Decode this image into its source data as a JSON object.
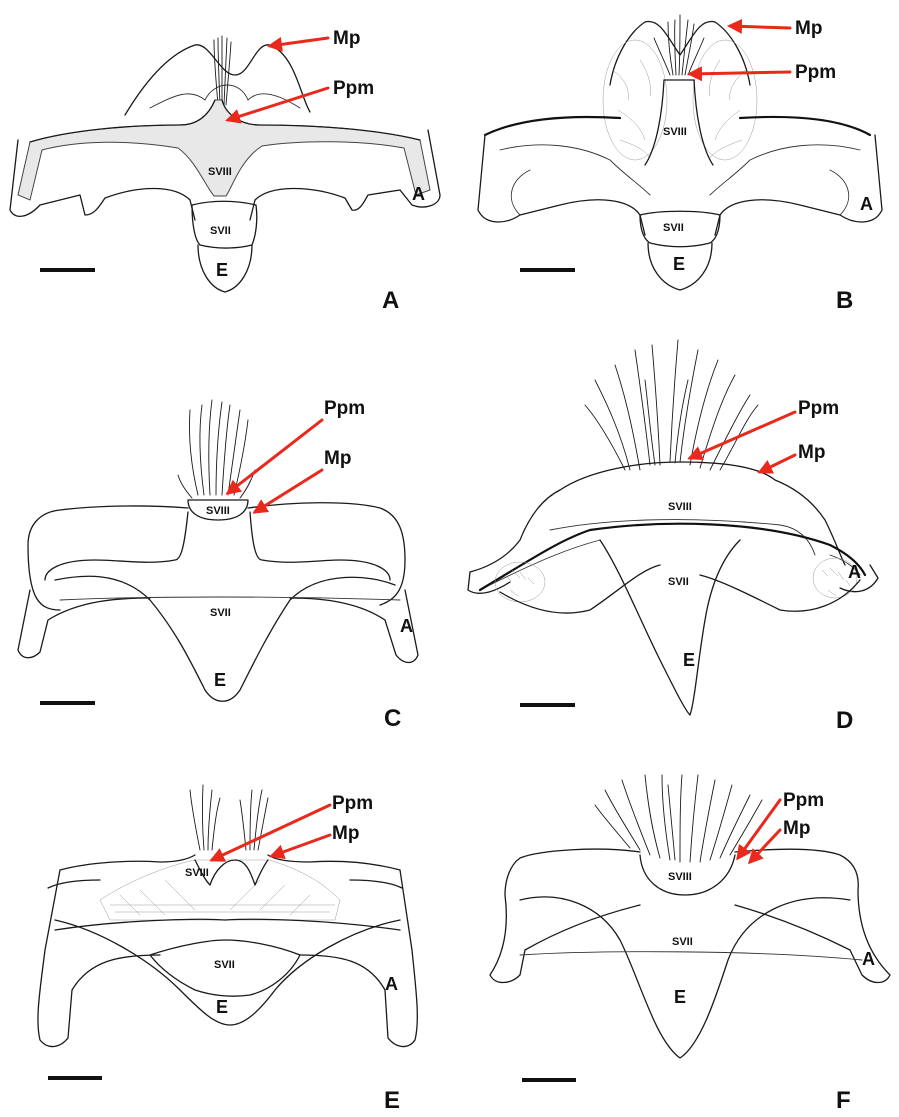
{
  "panels": [
    {
      "id": "A",
      "letter": "A",
      "labels": {
        "mp": "Mp",
        "ppm": "Ppm",
        "s8": "SVIII",
        "s7": "SVII",
        "e": "E",
        "a": "A"
      }
    },
    {
      "id": "B",
      "letter": "B",
      "labels": {
        "mp": "Mp",
        "ppm": "Ppm",
        "s8": "SVIII",
        "s7": "SVII",
        "e": "E",
        "a": "A"
      }
    },
    {
      "id": "C",
      "letter": "C",
      "labels": {
        "mp": "Mp",
        "ppm": "Ppm",
        "s8": "SVIII",
        "s7": "SVII",
        "e": "E",
        "a": "A"
      }
    },
    {
      "id": "D",
      "letter": "D",
      "labels": {
        "mp": "Mp",
        "ppm": "Ppm",
        "s8": "SVIII",
        "s7": "SVII",
        "e": "E",
        "a": "A"
      }
    },
    {
      "id": "E",
      "letter": "E",
      "labels": {
        "mp": "Mp",
        "ppm": "Ppm",
        "s8": "SVIII",
        "s7": "SVII",
        "e": "E",
        "a": "A"
      }
    },
    {
      "id": "F",
      "letter": "F",
      "labels": {
        "mp": "Mp",
        "ppm": "Ppm",
        "s8": "SVIII",
        "s7": "SVII",
        "e": "E",
        "a": "A"
      }
    }
  ],
  "colors": {
    "annotation_arrow": "#e8291c",
    "line": "#1a1a1a",
    "shading": "#e8e8e8"
  }
}
